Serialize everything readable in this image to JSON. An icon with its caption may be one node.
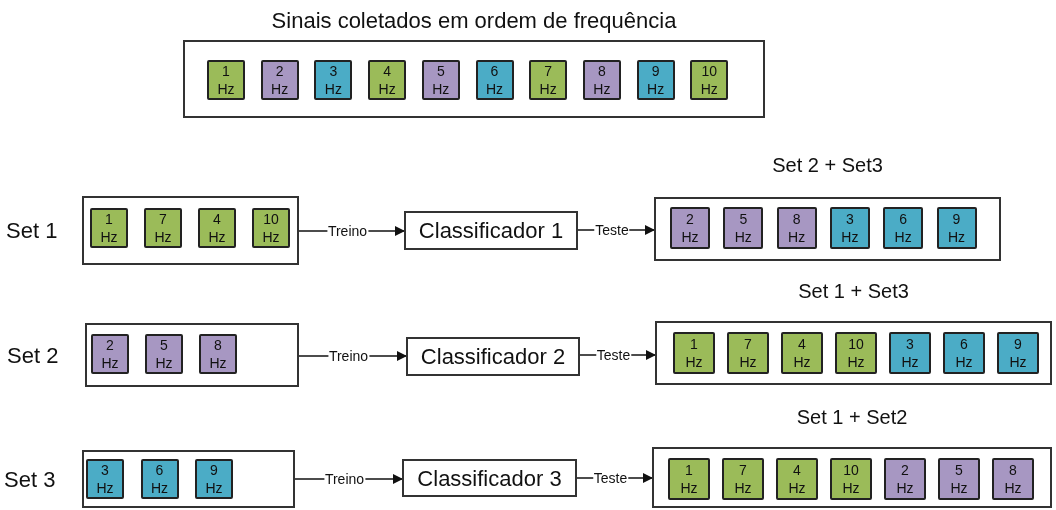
{
  "diagram": {
    "nodes": [
      {
        "text": [
          "Sinais coletados em ordem de frequência"
        ]
      },
      {
        "text": [
          "1 Hz"
        ],
        "in": 0
      },
      {
        "text": [
          "2 Hz"
        ],
        "in": 0
      },
      {
        "text": [
          "3 Hz"
        ],
        "in": 0
      },
      {
        "text": [
          "4 Hz"
        ],
        "in": 0
      },
      {
        "text": [
          "5 Hz"
        ],
        "in": 0
      },
      {
        "text": [
          "6 Hz"
        ],
        "in": 0
      },
      {
        "text": [
          "7 Hz"
        ],
        "in": 0
      },
      {
        "text": [
          "8 Hz"
        ],
        "in": 0
      },
      {
        "text": [
          "9 Hz"
        ],
        "in": 0
      },
      {
        "text": [
          "10 Hz"
        ],
        "in": 0
      },
      {
        "text": [
          "Set 1"
        ]
      },
      {
        "text": [
          "1 Hz"
        ],
        "in": 11
      },
      {
        "text": [
          "7 Hz"
        ],
        "in": 11
      },
      {
        "text": [
          "4 Hz"
        ],
        "in": 11
      },
      {
        "text": [
          "10 Hz"
        ],
        "in": 11
      },
      {
        "text": [
          "Classificador 1"
        ]
      },
      {
        "text": [
          "Set 2 + Set3"
        ]
      },
      {
        "text": [
          "2 Hz"
        ],
        "in": 17
      },
      {
        "text": [
          "5 Hz"
        ],
        "in": 17
      },
      {
        "text": [
          "8 Hz"
        ],
        "in": 17
      },
      {
        "text": [
          "3 Hz"
        ],
        "in": 17
      },
      {
        "text": [
          "6 Hz"
        ],
        "in": 17
      },
      {
        "text": [
          "9 Hz"
        ],
        "in": 17
      },
      {
        "text": [
          "Set 2"
        ]
      },
      {
        "text": [
          "2 Hz"
        ],
        "in": 24
      },
      {
        "text": [
          "5 Hz"
        ],
        "in": 24
      },
      {
        "text": [
          "8 Hz"
        ],
        "in": 24
      },
      {
        "text": [
          "Classificador 2"
        ]
      },
      {
        "text": [
          "Set 1 + Set3"
        ]
      },
      {
        "text": [
          "1 Hz"
        ],
        "in": 29
      },
      {
        "text": [
          "7 Hz"
        ],
        "in": 29
      },
      {
        "text": [
          "4 Hz"
        ],
        "in": 29
      },
      {
        "text": [
          "10 Hz"
        ],
        "in": 29
      },
      {
        "text": [
          "3 Hz"
        ],
        "in": 29
      },
      {
        "text": [
          "6 Hz"
        ],
        "in": 29
      },
      {
        "text": [
          "9 Hz"
        ],
        "in": 29
      },
      {
        "text": [
          "Set 3"
        ]
      },
      {
        "text": [
          "3 Hz"
        ],
        "in": 37
      },
      {
        "text": [
          "6 Hz"
        ],
        "in": 37
      },
      {
        "text": [
          "9 Hz"
        ],
        "in": 37
      },
      {
        "text": [
          "Classificador 3"
        ]
      },
      {
        "text": [
          "Set 1 + Set2"
        ]
      },
      {
        "text": [
          "1 Hz"
        ],
        "in": 42
      },
      {
        "text": [
          "7 Hz"
        ],
        "in": 42
      },
      {
        "text": [
          "4 Hz"
        ],
        "in": 42
      },
      {
        "text": [
          "10 Hz"
        ],
        "in": 42
      },
      {
        "text": [
          "2 Hz"
        ],
        "in": 42
      },
      {
        "text": [
          "5 Hz"
        ],
        "in": 42
      },
      {
        "text": [
          "8 Hz"
        ],
        "in": 42
      }
    ],
    "edges": [
      {
        "from": 11,
        "to": 16,
        "arrow": "to",
        "label": "Treino"
      },
      {
        "from": 16,
        "to": 17,
        "arrow": "to",
        "label": "Teste"
      },
      {
        "from": 24,
        "to": 28,
        "arrow": "to",
        "label": "Treino"
      },
      {
        "from": 28,
        "to": 29,
        "arrow": "to",
        "label": "Teste"
      },
      {
        "from": 37,
        "to": 41,
        "arrow": "to",
        "label": "Treino"
      },
      {
        "from": 41,
        "to": 42,
        "arrow": "to",
        "label": "Teste"
      }
    ]
  }
}
